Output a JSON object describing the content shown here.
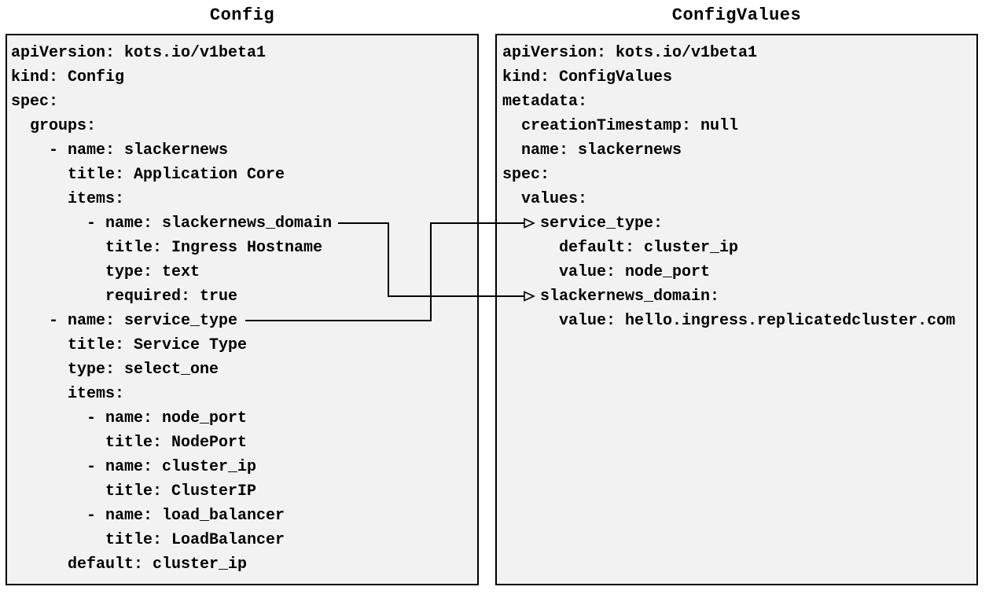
{
  "colors": {
    "page_background": "#ffffff",
    "box_background": "#f2f2f2",
    "box_border": "#000000",
    "text": "#000000",
    "connector": "#000000"
  },
  "left_panel": {
    "title": "Config",
    "yaml_lines": [
      "apiVersion: kots.io/v1beta1",
      "kind: Config",
      "spec:",
      "  groups:",
      "    - name: slackernews",
      "      title: Application Core",
      "      items:",
      "        - name: slackernews_domain",
      "          title: Ingress Hostname",
      "          type: text",
      "          required: true",
      "    - name: service_type",
      "      title: Service Type",
      "      type: select_one",
      "      items:",
      "        - name: node_port",
      "          title: NodePort",
      "        - name: cluster_ip",
      "          title: ClusterIP",
      "        - name: load_balancer",
      "          title: LoadBalancer",
      "      default: cluster_ip"
    ]
  },
  "right_panel": {
    "title": "ConfigValues",
    "yaml_lines": [
      "apiVersion: kots.io/v1beta1",
      "kind: ConfigValues",
      "metadata:",
      "  creationTimestamp: null",
      "  name: slackernews",
      "spec:",
      "  values:",
      "    service_type:",
      "      default: cluster_ip",
      "      value: node_port",
      "    slackernews_domain:",
      "      value: hello.ingress.replicatedcluster.com"
    ]
  },
  "connectors": [
    {
      "from": "slackernews_domain",
      "to": "slackernews_domain:"
    },
    {
      "from": "service_type",
      "to": "service_type:"
    }
  ]
}
